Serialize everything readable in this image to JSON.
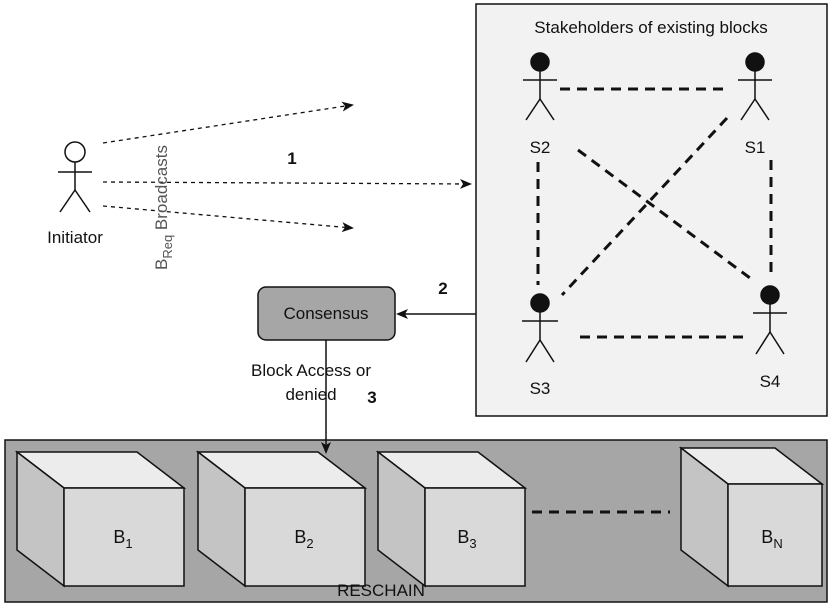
{
  "initiator": {
    "label": "Initiator"
  },
  "broadcast": {
    "label_b": "B",
    "label_sub": "Req",
    "label_rest": " Broadcasts"
  },
  "steps": {
    "one": "1",
    "two": "2",
    "three": "3"
  },
  "stakeholders": {
    "title": "Stakeholders of existing blocks",
    "s1": "S1",
    "s2": "S2",
    "s3": "S3",
    "s4": "S4"
  },
  "consensus": {
    "label": "Consensus"
  },
  "access": {
    "line1": "Block Access or",
    "line2": "denied"
  },
  "chain": {
    "label": "RESCHAIN",
    "b1": "B",
    "b1_sub": "1",
    "b2": "B",
    "b2_sub": "2",
    "b3": "B",
    "b3_sub": "3",
    "bn": "B",
    "bn_sub": "N"
  },
  "colors": {
    "panel_bg": "#f2f2f2",
    "chain_bg": "#a6a6a6",
    "consensus_bg": "#a6a6a6",
    "cube_front": "#d9d9d9",
    "cube_side": "#c4c4c4",
    "cube_top": "#ececec"
  }
}
